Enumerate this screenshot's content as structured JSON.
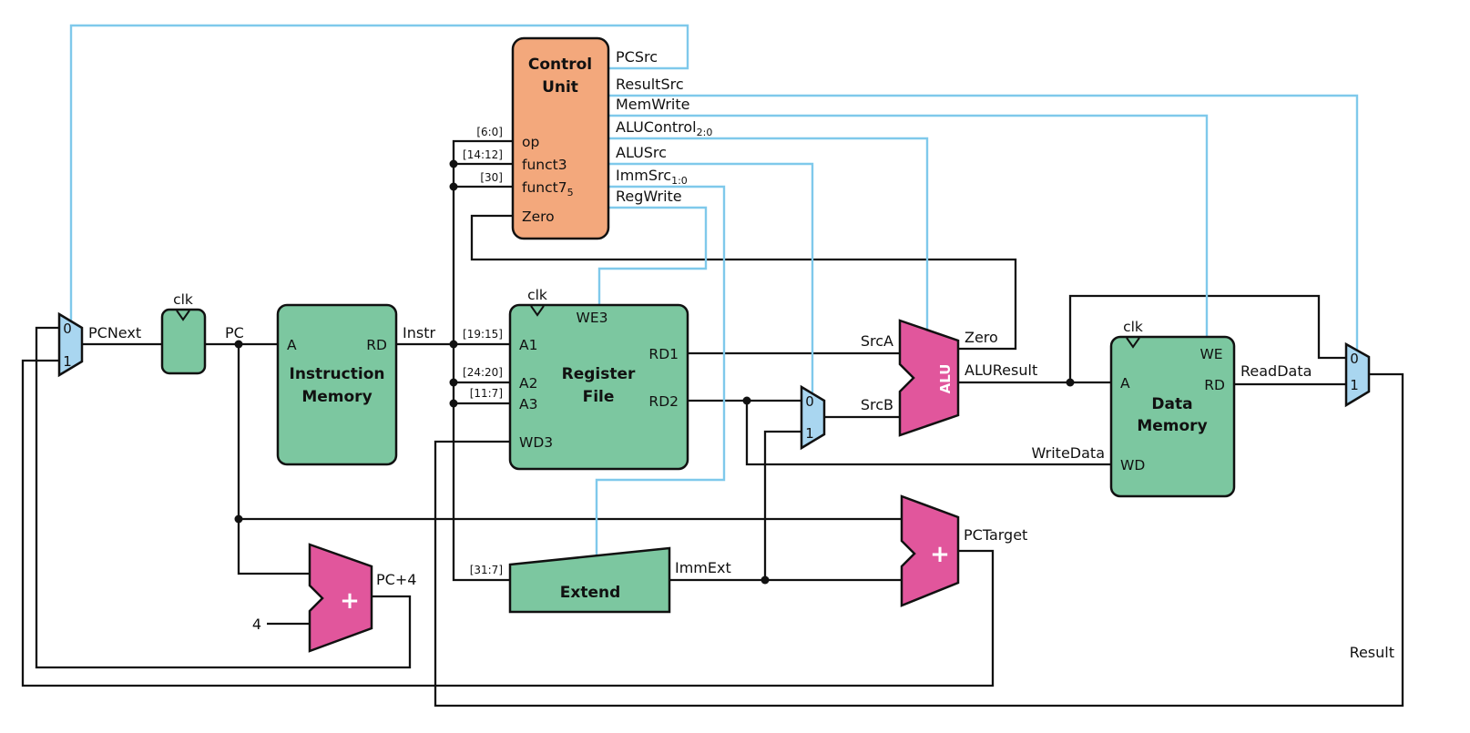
{
  "colors": {
    "block_green": "#7cc7a0",
    "control_orange": "#f3a87c",
    "alu_pink": "#e1569c",
    "mux_blue": "#a9d6f0",
    "control_wire": "#7fc9eb",
    "data_wire": "#111111"
  },
  "blocks": {
    "control_unit": {
      "title1": "Control",
      "title2": "Unit",
      "op": "op",
      "funct3": "funct3",
      "funct7": "funct7",
      "funct7_sub": "5",
      "zero": "Zero"
    },
    "instruction_memory": {
      "title1": "Instruction",
      "title2": "Memory",
      "a": "A",
      "rd": "RD"
    },
    "register_file": {
      "title1": "Register",
      "title2": "File",
      "we3": "WE3",
      "a1": "A1",
      "a2": "A2",
      "a3": "A3",
      "wd3": "WD3",
      "rd1": "RD1",
      "rd2": "RD2"
    },
    "data_memory": {
      "title1": "Data",
      "title2": "Memory",
      "we": "WE",
      "a": "A",
      "wd": "WD",
      "rd": "RD"
    },
    "extend": {
      "title": "Extend"
    },
    "alu": {
      "title": "ALU"
    },
    "adder_plus": "+",
    "clk": "clk"
  },
  "control_signals": {
    "pcsrc": "PCSrc",
    "resultsrc": "ResultSrc",
    "memwrite": "MemWrite",
    "alucontrol": "ALUControl",
    "alucontrol_sub": "2:0",
    "alusrc": "ALUSrc",
    "immsrc": "ImmSrc",
    "immsrc_sub": "1:0",
    "regwrite": "RegWrite"
  },
  "wire_labels": {
    "pcnext": "PCNext",
    "pc": "PC",
    "instr": "Instr",
    "srca": "SrcA",
    "srcb": "SrcB",
    "zero": "Zero",
    "aluresult": "ALUResult",
    "readdata": "ReadData",
    "writedata": "WriteData",
    "immext": "ImmExt",
    "pctarget": "PCTarget",
    "pcplus4": "PC+4",
    "four": "4",
    "result": "Result"
  },
  "bit_slices": {
    "op": "[6:0]",
    "funct3": "[14:12]",
    "funct7": "[30]",
    "a1": "[19:15]",
    "a2": "[24:20]",
    "a3": "[11:7]",
    "imm": "[31:7]"
  },
  "mux": {
    "zero": "0",
    "one": "1"
  }
}
